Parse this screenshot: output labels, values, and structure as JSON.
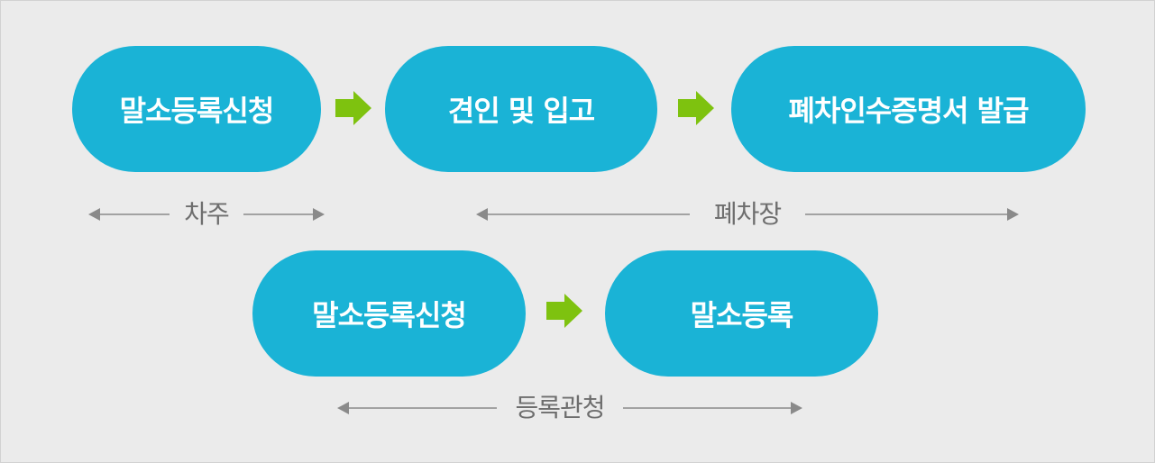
{
  "colors": {
    "background": "#ebebeb",
    "pill": "#1ab3d6",
    "pill_text": "#ffffff",
    "step_arrow": "#7ec20f",
    "role_line": "#8a8a8a",
    "role_text": "#6e6e6e"
  },
  "row1": {
    "steps": [
      "말소등록신청",
      "견인 및 입고",
      "폐차인수증명서 발급"
    ],
    "roles": [
      "차주",
      "폐차장"
    ]
  },
  "row2": {
    "steps": [
      "말소등록신청",
      "말소등록"
    ],
    "roles": [
      "등록관청"
    ]
  },
  "icons": {
    "step_arrow": "green-right-arrow-icon",
    "role_span": "double-headed-arrow-icon"
  }
}
